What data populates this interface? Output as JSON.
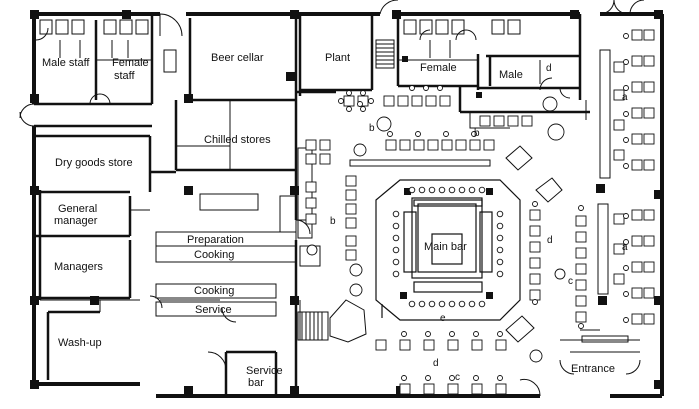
{
  "rooms": {
    "male_staff": "Male staff",
    "female_staff_1": "Female",
    "female_staff_2": "staff",
    "beer_cellar": "Beer cellar",
    "plant": "Plant",
    "female": "Female",
    "male": "Male",
    "chilled_stores": "Chilled stores",
    "dry_goods_store": "Dry goods store",
    "general_manager_1": "General",
    "general_manager_2": "manager",
    "managers": "Managers",
    "preparation": "Preparation",
    "cooking_1": "Cooking",
    "cooking_2": "Cooking",
    "service": "Service",
    "wash_up": "Wash-up",
    "service_bar_1": "Service",
    "service_bar_2": "bar",
    "main_bar": "Main bar",
    "entrance": "Entrance"
  },
  "zones": {
    "a_top": "a",
    "a_mid": "a",
    "b_top": "b",
    "b_right": "b",
    "b_left": "b",
    "c_right": "c",
    "c_bottom": "c",
    "d_right": "d",
    "d_top": "d",
    "d_bottom": "d",
    "e": "e"
  }
}
